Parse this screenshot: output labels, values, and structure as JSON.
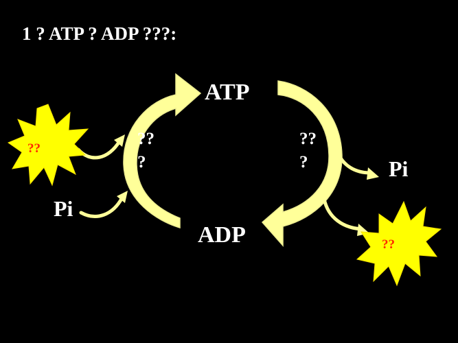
{
  "heading": "1 ? ATP ? ADP ???:",
  "cycle": {
    "top_molecule": "ATP",
    "bottom_molecule": "ADP",
    "left_enzyme": [
      "??",
      "?"
    ],
    "right_enzyme": [
      "??",
      "?"
    ]
  },
  "inputs": {
    "energy_label": "??",
    "phosphate_label": "Pi"
  },
  "outputs": {
    "phosphate_label": "Pi",
    "energy_label": "??"
  },
  "colors": {
    "background": "#000000",
    "arrow_fill": "#ffff99",
    "arrow_stroke": "#e6e68c",
    "burst_fill": "#ffff00",
    "burst_text": "#ff2a00",
    "text": "#ffffff"
  }
}
